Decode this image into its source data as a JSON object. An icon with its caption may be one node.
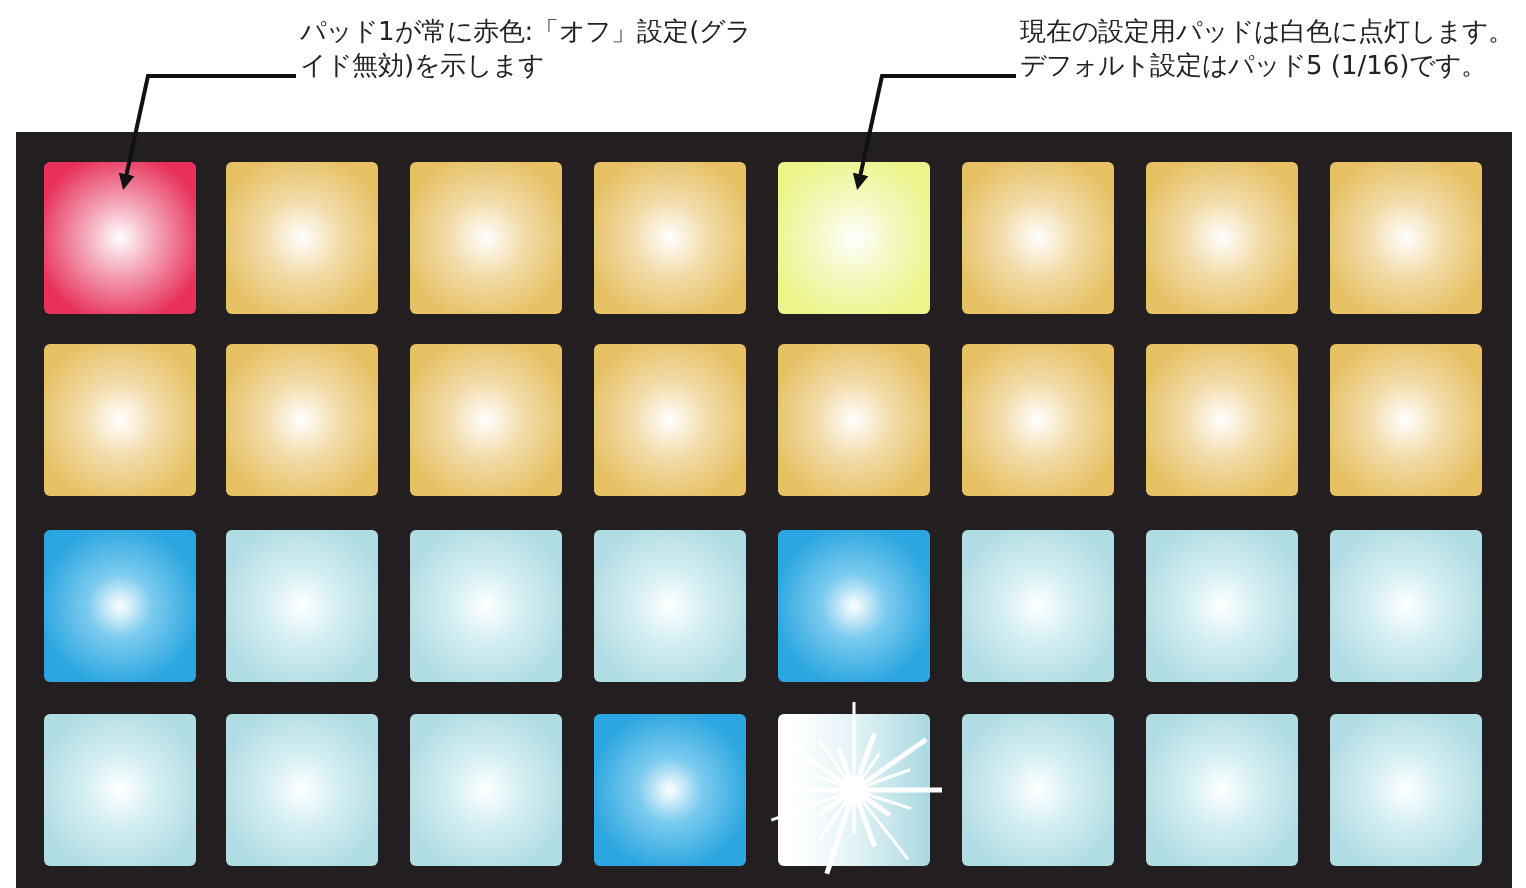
{
  "diagram": {
    "nodes": [
      {
        "text": [
          "パッド1が常に赤色:「オフ」設定(グライド無効)を示します"
        ]
      },
      {
        "text": [
          "現在の設定用パッドは白色に点灯します。デフォルト設定はパッド5 (1/16)です。"
        ]
      },
      {
        "text": [],
        "shape": "box"
      },
      {
        "text": [],
        "shape": "box",
        "in": 2
      },
      {
        "text": [],
        "shape": "box",
        "in": 2
      },
      {
        "text": [],
        "shape": "box",
        "in": 2
      },
      {
        "text": [],
        "shape": "box",
        "in": 2
      },
      {
        "text": [],
        "shape": "box",
        "in": 2
      },
      {
        "text": [],
        "shape": "box",
        "in": 2
      },
      {
        "text": [],
        "shape": "box",
        "in": 2
      },
      {
        "text": [],
        "shape": "box",
        "in": 2
      },
      {
        "text": [],
        "shape": "box",
        "in": 2
      },
      {
        "text": [],
        "shape": "box",
        "in": 2
      },
      {
        "text": [],
        "shape": "box",
        "in": 2
      },
      {
        "text": [],
        "shape": "box",
        "in": 2
      },
      {
        "text": [],
        "shape": "box",
        "in": 2
      },
      {
        "text": [],
        "shape": "box",
        "in": 2
      },
      {
        "text": [],
        "shape": "box",
        "in": 2
      },
      {
        "text": [],
        "shape": "box",
        "in": 2
      },
      {
        "text": [],
        "shape": "box",
        "in": 2
      },
      {
        "text": [],
        "shape": "box",
        "in": 2
      },
      {
        "text": [],
        "shape": "box",
        "in": 2
      },
      {
        "text": [],
        "shape": "box",
        "in": 2
      },
      {
        "text": [],
        "shape": "box",
        "in": 2
      },
      {
        "text": [],
        "shape": "box",
        "in": 2
      },
      {
        "text": [],
        "shape": "box",
        "in": 2
      },
      {
        "text": [],
        "shape": "box",
        "in": 2
      },
      {
        "text": [],
        "shape": "box",
        "in": 2
      },
      {
        "text": [],
        "shape": "box",
        "in": 2
      },
      {
        "text": [],
        "shape": "box",
        "in": 2
      },
      {
        "text": [],
        "shape": "box",
        "in": 2
      },
      {
        "text": [],
        "shape": "box",
        "in": 2
      },
      {
        "text": [],
        "shape": "box",
        "in": 2
      },
      {
        "text": [],
        "shape": "box",
        "in": 2
      },
      {
        "text": [],
        "shape": "box",
        "in": 2
      }
    ],
    "edges": [
      {
        "from": 0,
        "to": 3,
        "arrow": "to"
      },
      {
        "from": 1,
        "to": 7,
        "arrow": "to"
      }
    ]
  }
}
